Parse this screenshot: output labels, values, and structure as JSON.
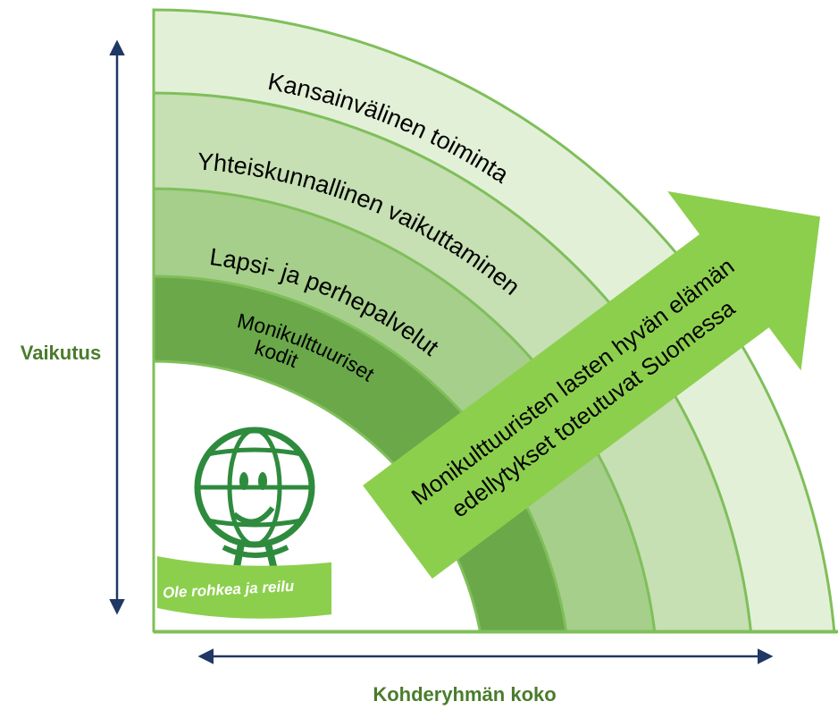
{
  "axes": {
    "y_label": "Vaikutus",
    "x_label": "Kohderyhmän koko"
  },
  "rings": [
    {
      "label": "Kansainvälinen toiminta",
      "color": "#e3f0d8"
    },
    {
      "label": "Yhteiskunnallinen vaikuttaminen",
      "color": "#c6dfb3"
    },
    {
      "label": "Lapsi- ja perhepalvelut",
      "color": "#a6cf8b"
    },
    {
      "label_line1": "Monikulttuuriset",
      "label_line2": "kodit",
      "color": "#6aa84a"
    }
  ],
  "arrow": {
    "line1": "Monikulttuuristen lasten hyvän elämän",
    "line2": "edellytykset toteutuvat Suomessa",
    "color": "#8ccf4d"
  },
  "logo": {
    "banner_text": "Ole rohkea ja reilu",
    "icon": "globe-mascot-icon",
    "color": "#2e8b3e"
  },
  "colors": {
    "axis": "#1f3864",
    "label_green": "#4a7c2c",
    "outline": "#7fbf5a"
  }
}
